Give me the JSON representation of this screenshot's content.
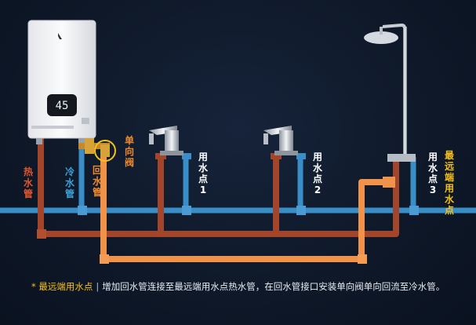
{
  "labels": {
    "hot_pipe": "热水管",
    "cold_pipe": "冷水管",
    "return_pipe": "回水管",
    "check_valve": "单向阀",
    "point1": "用水点1",
    "point2": "用水点2",
    "point3": "用水点3",
    "farthest": "最远端用水点"
  },
  "heater": {
    "display": "45"
  },
  "caption": {
    "prefix": "* 最远端用水点",
    "separator": "|",
    "text": "增加回水管连接至最远端用水点热水管，在回水管接口安装单向阀单向回流至冷水管。"
  },
  "colors": {
    "background": "#0f1a2b",
    "hot": "#a2452a",
    "cold": "#3a8ec8",
    "return": "#f0924a",
    "label_hot": "#e2572c",
    "label_cold": "#3aa0d8",
    "label_highlight": "#f5c01a"
  }
}
